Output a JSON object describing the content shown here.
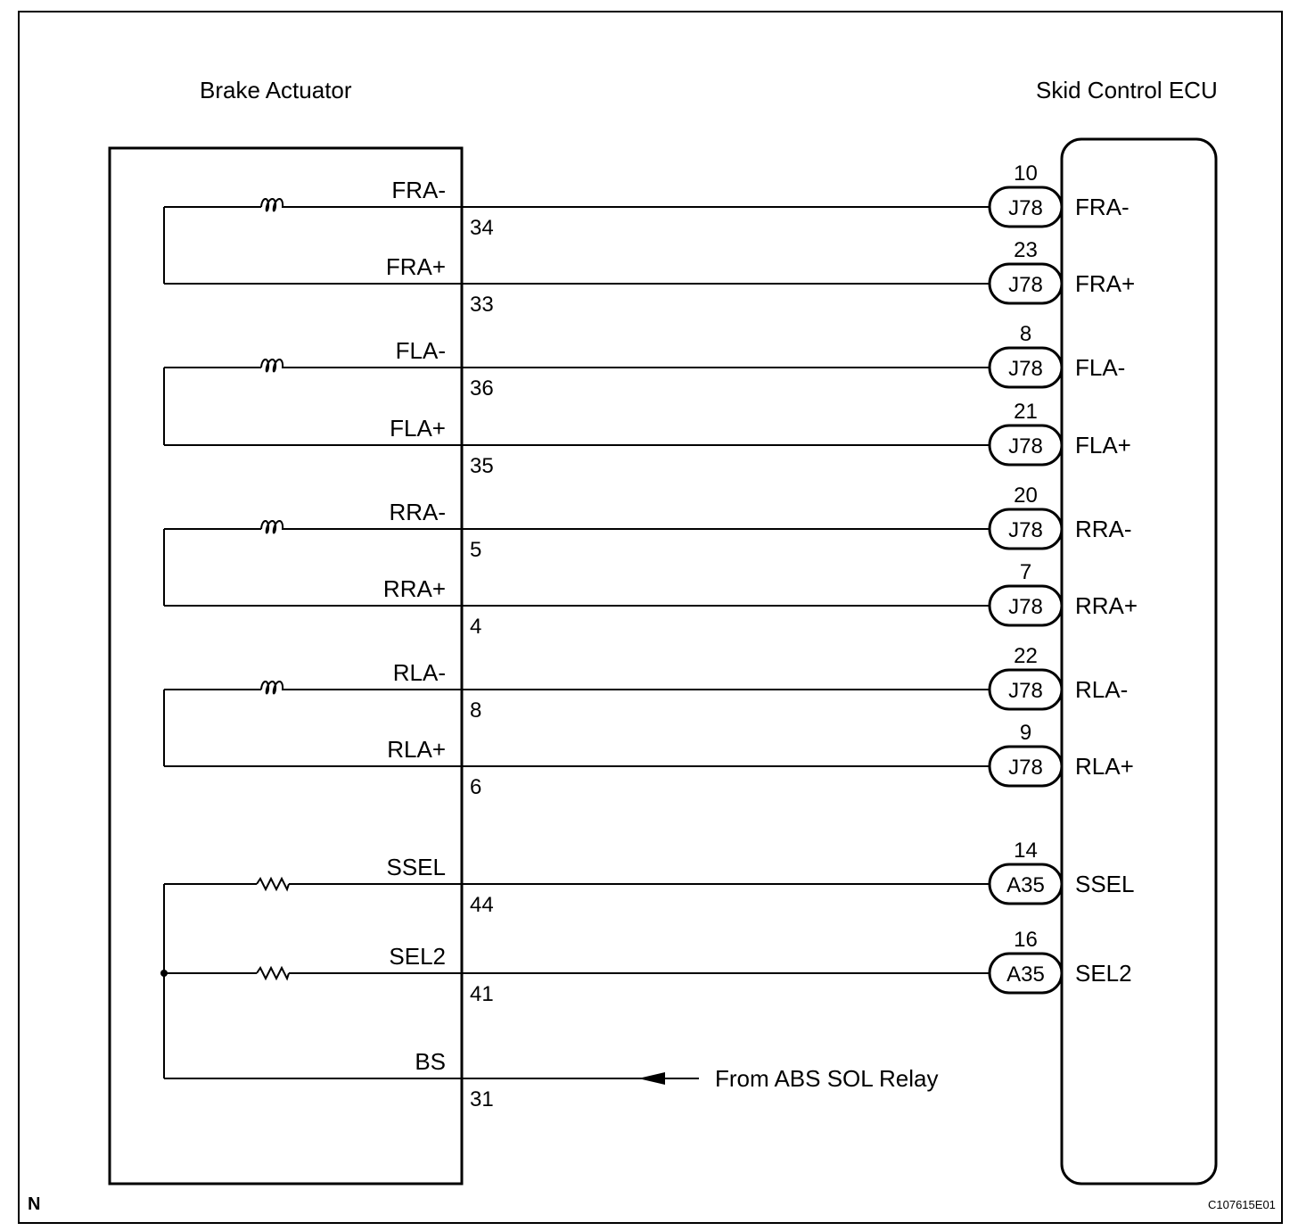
{
  "actuator_title": "Brake Actuator",
  "ecu_title": "Skid Control ECU",
  "corner_label": "N",
  "figure_code": "C107615E01",
  "bs_source": "From ABS SOL Relay",
  "circuits": [
    {
      "type": "coil",
      "left_label": "FRA-",
      "actuator_pin": "34",
      "ecu_pin": "10",
      "connector": "J78",
      "ecu_label": "FRA-"
    },
    {
      "type": "wire",
      "left_label": "FRA+",
      "actuator_pin": "33",
      "ecu_pin": "23",
      "connector": "J78",
      "ecu_label": "FRA+"
    },
    {
      "type": "coil",
      "left_label": "FLA-",
      "actuator_pin": "36",
      "ecu_pin": "8",
      "connector": "J78",
      "ecu_label": "FLA-"
    },
    {
      "type": "wire",
      "left_label": "FLA+",
      "actuator_pin": "35",
      "ecu_pin": "21",
      "connector": "J78",
      "ecu_label": "FLA+"
    },
    {
      "type": "coil",
      "left_label": "RRA-",
      "actuator_pin": "5",
      "ecu_pin": "20",
      "connector": "J78",
      "ecu_label": "RRA-"
    },
    {
      "type": "wire",
      "left_label": "RRA+",
      "actuator_pin": "4",
      "ecu_pin": "7",
      "connector": "J78",
      "ecu_label": "RRA+"
    },
    {
      "type": "coil",
      "left_label": "RLA-",
      "actuator_pin": "8",
      "ecu_pin": "22",
      "connector": "J78",
      "ecu_label": "RLA-"
    },
    {
      "type": "wire",
      "left_label": "RLA+",
      "actuator_pin": "6",
      "ecu_pin": "9",
      "connector": "J78",
      "ecu_label": "RLA+"
    },
    {
      "type": "resistor",
      "left_label": "SSEL",
      "actuator_pin": "44",
      "ecu_pin": "14",
      "connector": "A35",
      "ecu_label": "SSEL"
    },
    {
      "type": "resistor",
      "left_label": "SEL2",
      "actuator_pin": "41",
      "ecu_pin": "16",
      "connector": "A35",
      "ecu_label": "SEL2"
    },
    {
      "type": "bs",
      "left_label": "BS",
      "actuator_pin": "31"
    }
  ]
}
